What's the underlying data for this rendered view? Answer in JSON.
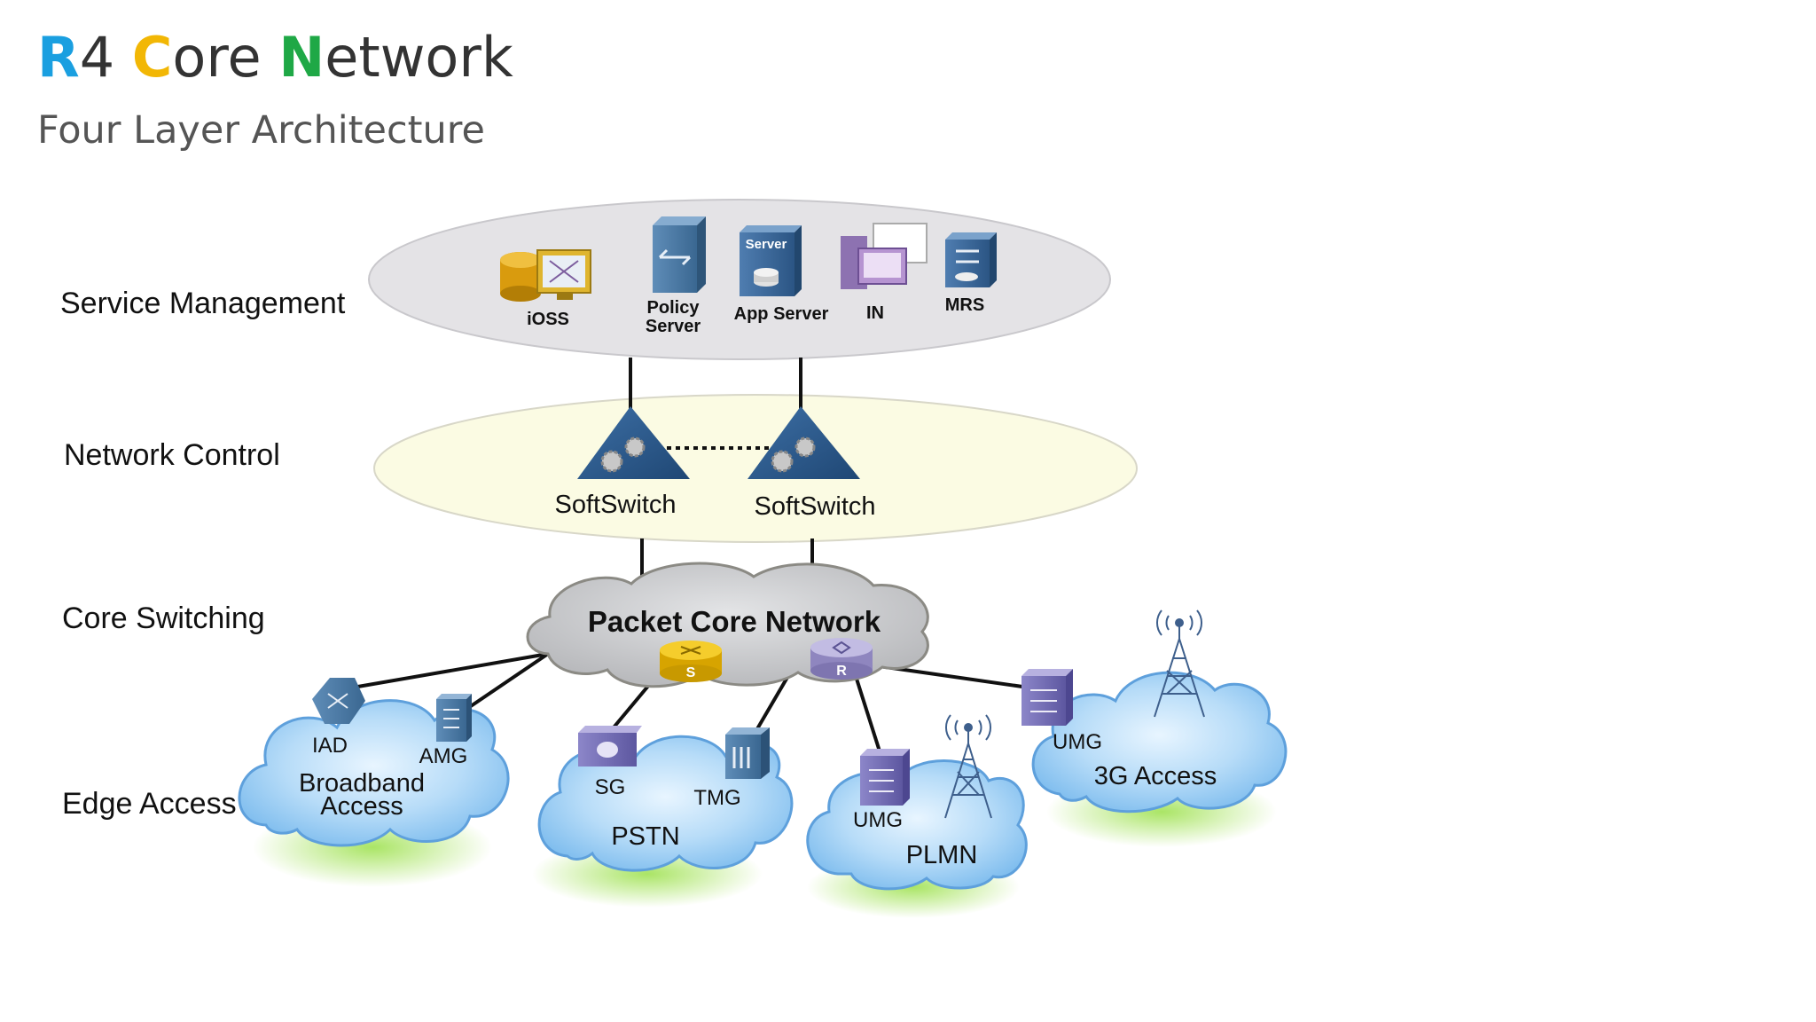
{
  "title": {
    "parts": [
      {
        "cap": "R",
        "rest": "4 ",
        "color": "#1a9fe0"
      },
      {
        "cap": "C",
        "rest": "ore ",
        "color": "#f2b705"
      },
      {
        "cap": "N",
        "rest": "etwork",
        "color": "#1fa846"
      }
    ]
  },
  "subtitle": "Four Layer Architecture",
  "layers": {
    "service": "Service Management",
    "control": "Network Control",
    "core": "Core Switching",
    "edge": "Edge Access"
  },
  "service_nodes": {
    "ioss": "iOSS",
    "policy_line1": "Policy",
    "policy_line2": "Server",
    "server_badge": "Server",
    "app_server": "App Server",
    "in": "IN",
    "mrs": "MRS"
  },
  "control_nodes": {
    "softswitch_1": "SoftSwitch",
    "softswitch_2": "SoftSwitch"
  },
  "core": {
    "title": "Packet Core Network",
    "switch_badge": "S",
    "router_badge": "R"
  },
  "edge": {
    "broadband": {
      "iad": "IAD",
      "amg": "AMG",
      "line1": "Broadband",
      "line2": "Access"
    },
    "pstn": {
      "sg": "SG",
      "tmg": "TMG",
      "name": "PSTN"
    },
    "plmn": {
      "umg": "UMG",
      "name": "PLMN"
    },
    "access3g": {
      "umg": "UMG",
      "name": "3G Access"
    }
  },
  "colors": {
    "service_ellipse": "#e4e3e6",
    "control_ellipse": "#fbfbe3",
    "cloud_blue": "#9fd0f5",
    "cloud_gray": "#c4c5c8",
    "link": "#111111"
  }
}
